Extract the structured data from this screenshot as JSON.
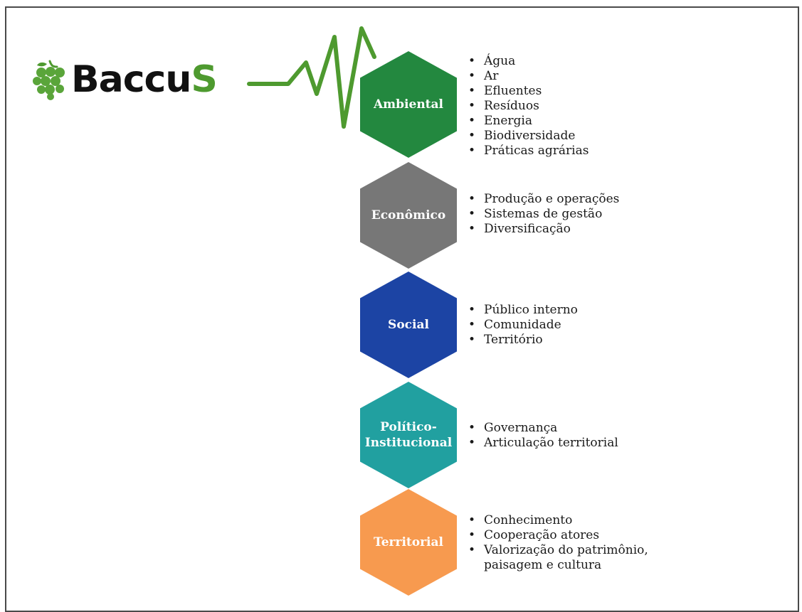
{
  "logo": {
    "text_main": "Baccu",
    "text_accent": "S",
    "icon": "grape-cluster-icon",
    "accent_color": "#4e9a2f"
  },
  "dimensions": [
    {
      "label": "Ambiental",
      "color": "#23883f",
      "items": [
        "Água",
        "Ar",
        "Efluentes",
        "Resíduos",
        "Energia",
        "Biodiversidade",
        "Práticas agrárias"
      ]
    },
    {
      "label": "Econômico",
      "color": "#777777",
      "items": [
        "Produção e operações",
        "Sistemas de gestão",
        "Diversificação"
      ]
    },
    {
      "label": "Social",
      "color": "#1c44a4",
      "items": [
        "Público interno",
        "Comunidade",
        "Território"
      ]
    },
    {
      "label": "Político-\nInstitucional",
      "color": "#21a0a0",
      "items": [
        "Governança",
        "Articulação territorial"
      ]
    },
    {
      "label": "Territorial",
      "color": "#f79a4f",
      "items": [
        "Conhecimento",
        "Cooperação atores",
        "Valorização do patrimônio,\npaisagem e cultura"
      ]
    }
  ]
}
